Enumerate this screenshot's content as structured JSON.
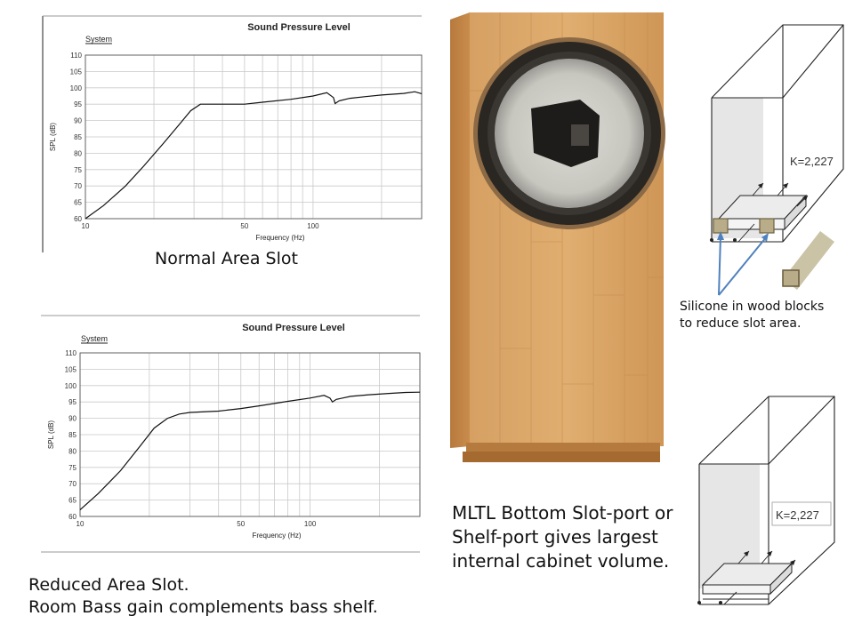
{
  "chart_data": [
    {
      "type": "line",
      "title": "Sound Pressure Level",
      "legend": "System",
      "xlabel": "Frequency (Hz)",
      "ylabel": "SPL (dB)",
      "x_scale": "log",
      "xlim": [
        10,
        300
      ],
      "ylim": [
        60,
        110
      ],
      "x_ticks": [
        10,
        50,
        100
      ],
      "y_ticks": [
        60,
        65,
        70,
        75,
        80,
        85,
        90,
        95,
        100,
        105,
        110
      ],
      "series": [
        {
          "x": [
            10,
            12,
            15,
            18,
            22,
            26,
            29,
            32,
            40,
            50,
            60,
            80,
            100,
            115,
            123,
            125,
            130,
            145,
            170,
            200,
            250,
            280,
            300
          ],
          "y": [
            60,
            64,
            70,
            76,
            83,
            89,
            93,
            95,
            95,
            95,
            95.6,
            96.5,
            97.5,
            98.5,
            97,
            95.2,
            96,
            96.8,
            97.3,
            97.8,
            98.3,
            98.8,
            98.2
          ]
        }
      ]
    },
    {
      "type": "line",
      "title": "Sound Pressure Level",
      "legend": "System",
      "xlabel": "Frequency (Hz)",
      "ylabel": "SPL (dB)",
      "x_scale": "log",
      "xlim": [
        10,
        300
      ],
      "ylim": [
        60,
        110
      ],
      "x_ticks": [
        10,
        50,
        100
      ],
      "y_ticks": [
        60,
        65,
        70,
        75,
        80,
        85,
        90,
        95,
        100,
        105,
        110
      ],
      "series": [
        {
          "x": [
            10,
            12,
            15,
            18,
            21,
            24,
            27,
            30,
            40,
            50,
            60,
            80,
            100,
            115,
            122,
            125,
            130,
            150,
            180,
            220,
            260,
            300
          ],
          "y": [
            62,
            67,
            74,
            81,
            87,
            90,
            91.3,
            91.8,
            92.2,
            93,
            93.8,
            95.2,
            96.2,
            97,
            96.2,
            95,
            95.8,
            96.7,
            97.2,
            97.6,
            97.9,
            98
          ]
        }
      ]
    }
  ],
  "captions": {
    "normal": "Normal Area Slot",
    "reduced_line1": "Reduced Area Slot.",
    "reduced_line2": "Room Bass gain complements bass shelf.",
    "mltl_line1": "MLTL Bottom Slot-port or",
    "mltl_line2": "Shelf-port gives largest",
    "mltl_line3": "internal cabinet volume."
  },
  "diagram_top": {
    "k_label": "K=2,227",
    "note_line1": "Silicone in wood blocks",
    "note_line2": "to reduce slot area."
  },
  "diagram_bottom": {
    "k_label": "K=2,227"
  },
  "colors": {
    "wood": "#d9a35f",
    "wood_dark": "#b37836",
    "block": "#b8ad88",
    "arrow_blue": "#4f81bd",
    "panel_grey": "#e6e6e6"
  }
}
